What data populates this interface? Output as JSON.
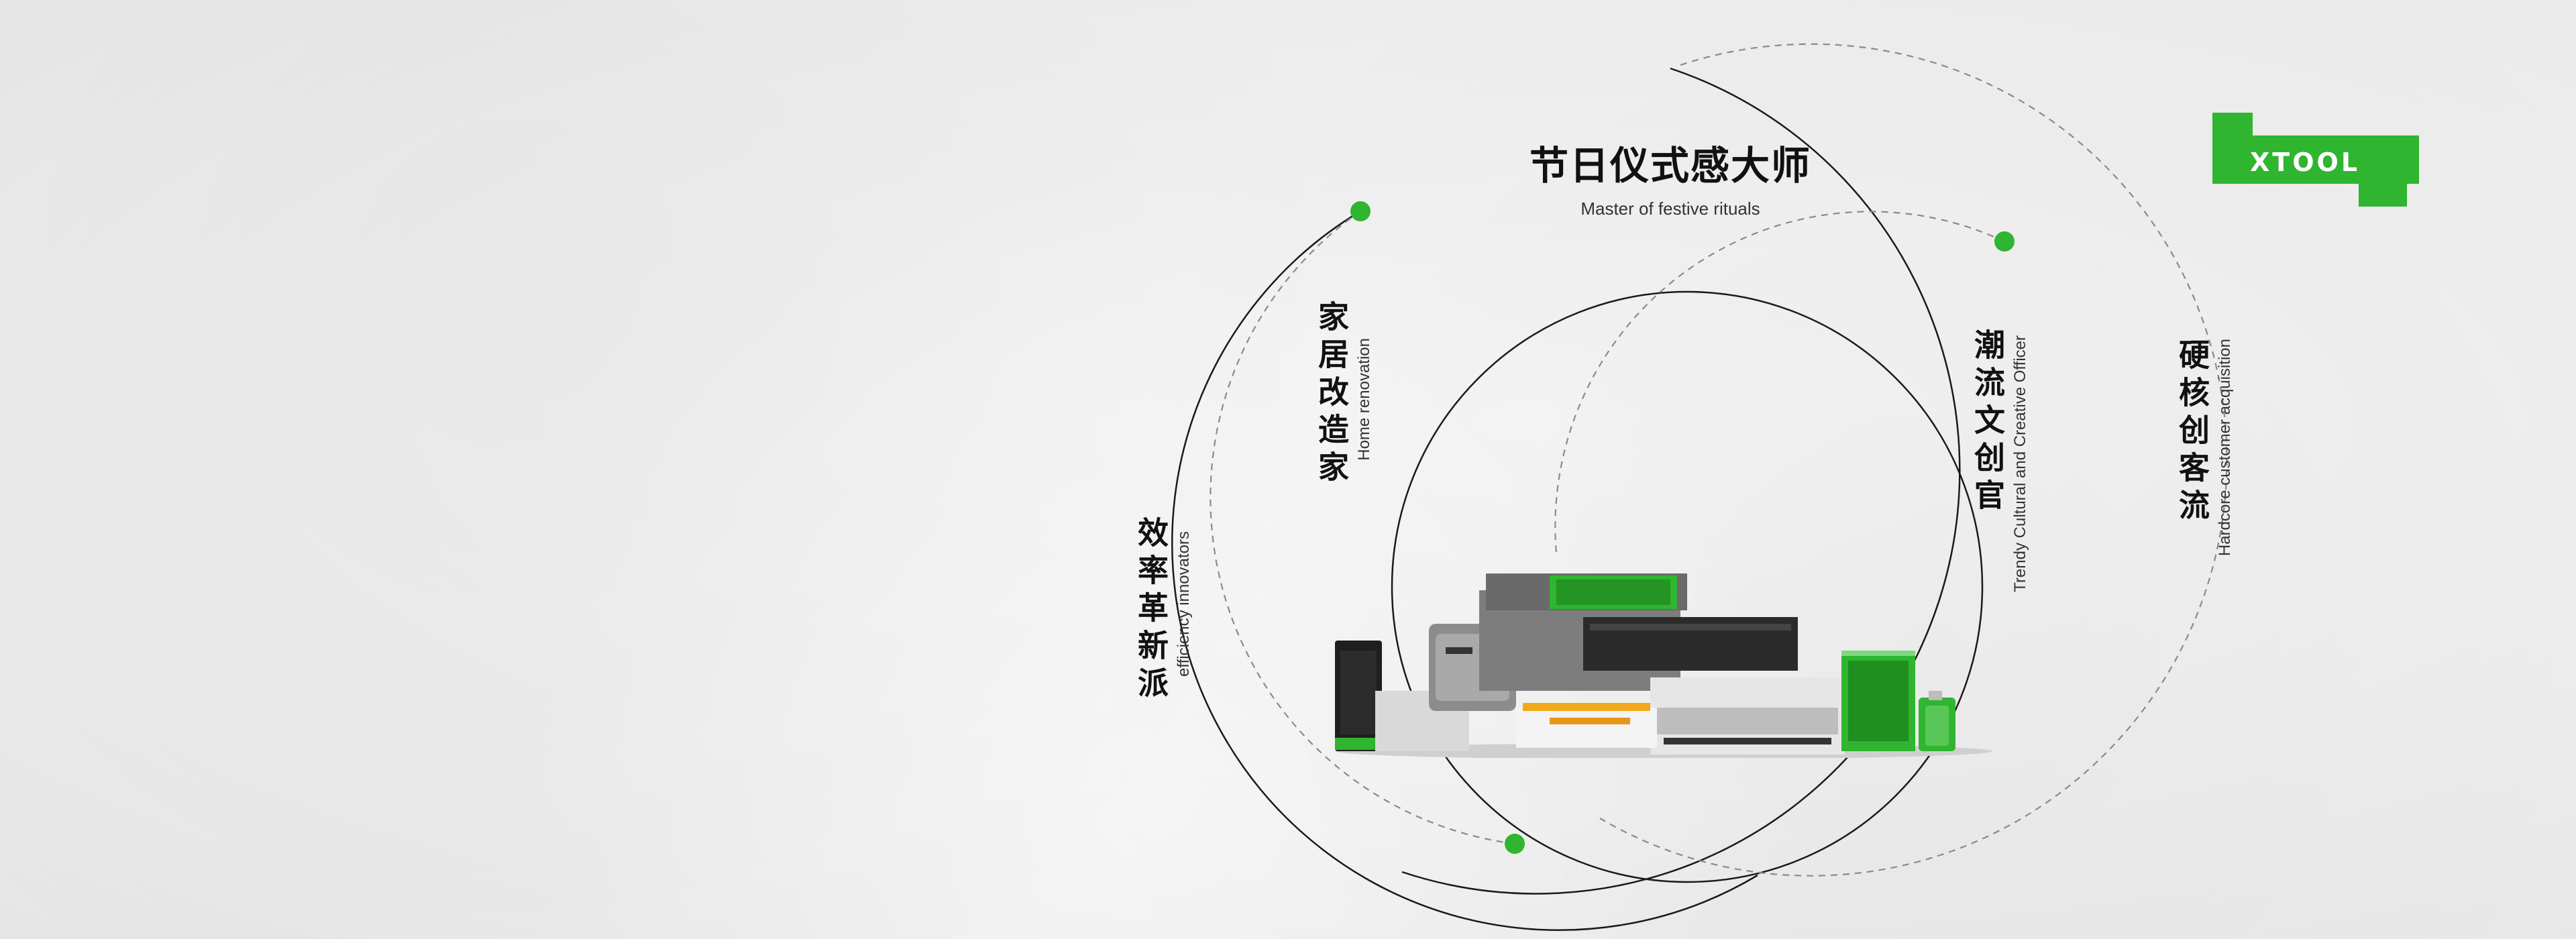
{
  "brand": {
    "name": "XTOOL",
    "color": "#2fb52f"
  },
  "personas": [
    {
      "zh": "节日仪式感大师",
      "en": "Master of festive rituals"
    },
    {
      "zh": "家居改造家",
      "en": "Home renovation"
    },
    {
      "zh": "效率革新派",
      "en": "efficiency innovators"
    },
    {
      "zh": "潮流文创官",
      "en": "Trendy Cultural and Creative Officer"
    },
    {
      "zh": "硬核创客流",
      "en": "Hardcore customer acquisition"
    }
  ],
  "icons": {
    "logo": "xtool-logo",
    "products": "laser-machine-lineup"
  },
  "colors": {
    "background": "#ededed",
    "orbit_line": "#1a1a1a",
    "orbit_dashed": "#8a8a8a",
    "accent_dot": "#2fb52f"
  }
}
